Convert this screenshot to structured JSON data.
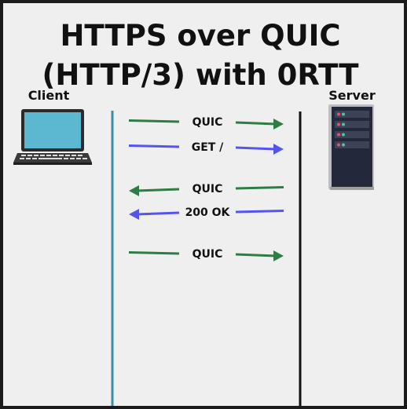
{
  "title": {
    "line1": "HTTPS over QUIC",
    "line2": "(HTTP/3) with 0RTT"
  },
  "participants": {
    "client": {
      "label": "Client",
      "icon": "laptop-icon"
    },
    "server": {
      "label": "Server",
      "icon": "server-rack-icon"
    }
  },
  "messages": [
    {
      "label": "QUIC",
      "direction": "client-to-server",
      "color": "#2e7d43"
    },
    {
      "label": "GET /",
      "direction": "client-to-server",
      "color": "#5555ee"
    },
    {
      "label": "QUIC",
      "direction": "server-to-client",
      "color": "#2e7d43"
    },
    {
      "label": "200 OK",
      "direction": "server-to-client",
      "color": "#5555ee"
    },
    {
      "label": "QUIC",
      "direction": "client-to-server",
      "color": "#2e7d43"
    }
  ],
  "colors": {
    "client_lifeline": "#3a8fa6",
    "server_lifeline": "#111111",
    "background": "#efefef",
    "frame": "#1b1b1b"
  }
}
